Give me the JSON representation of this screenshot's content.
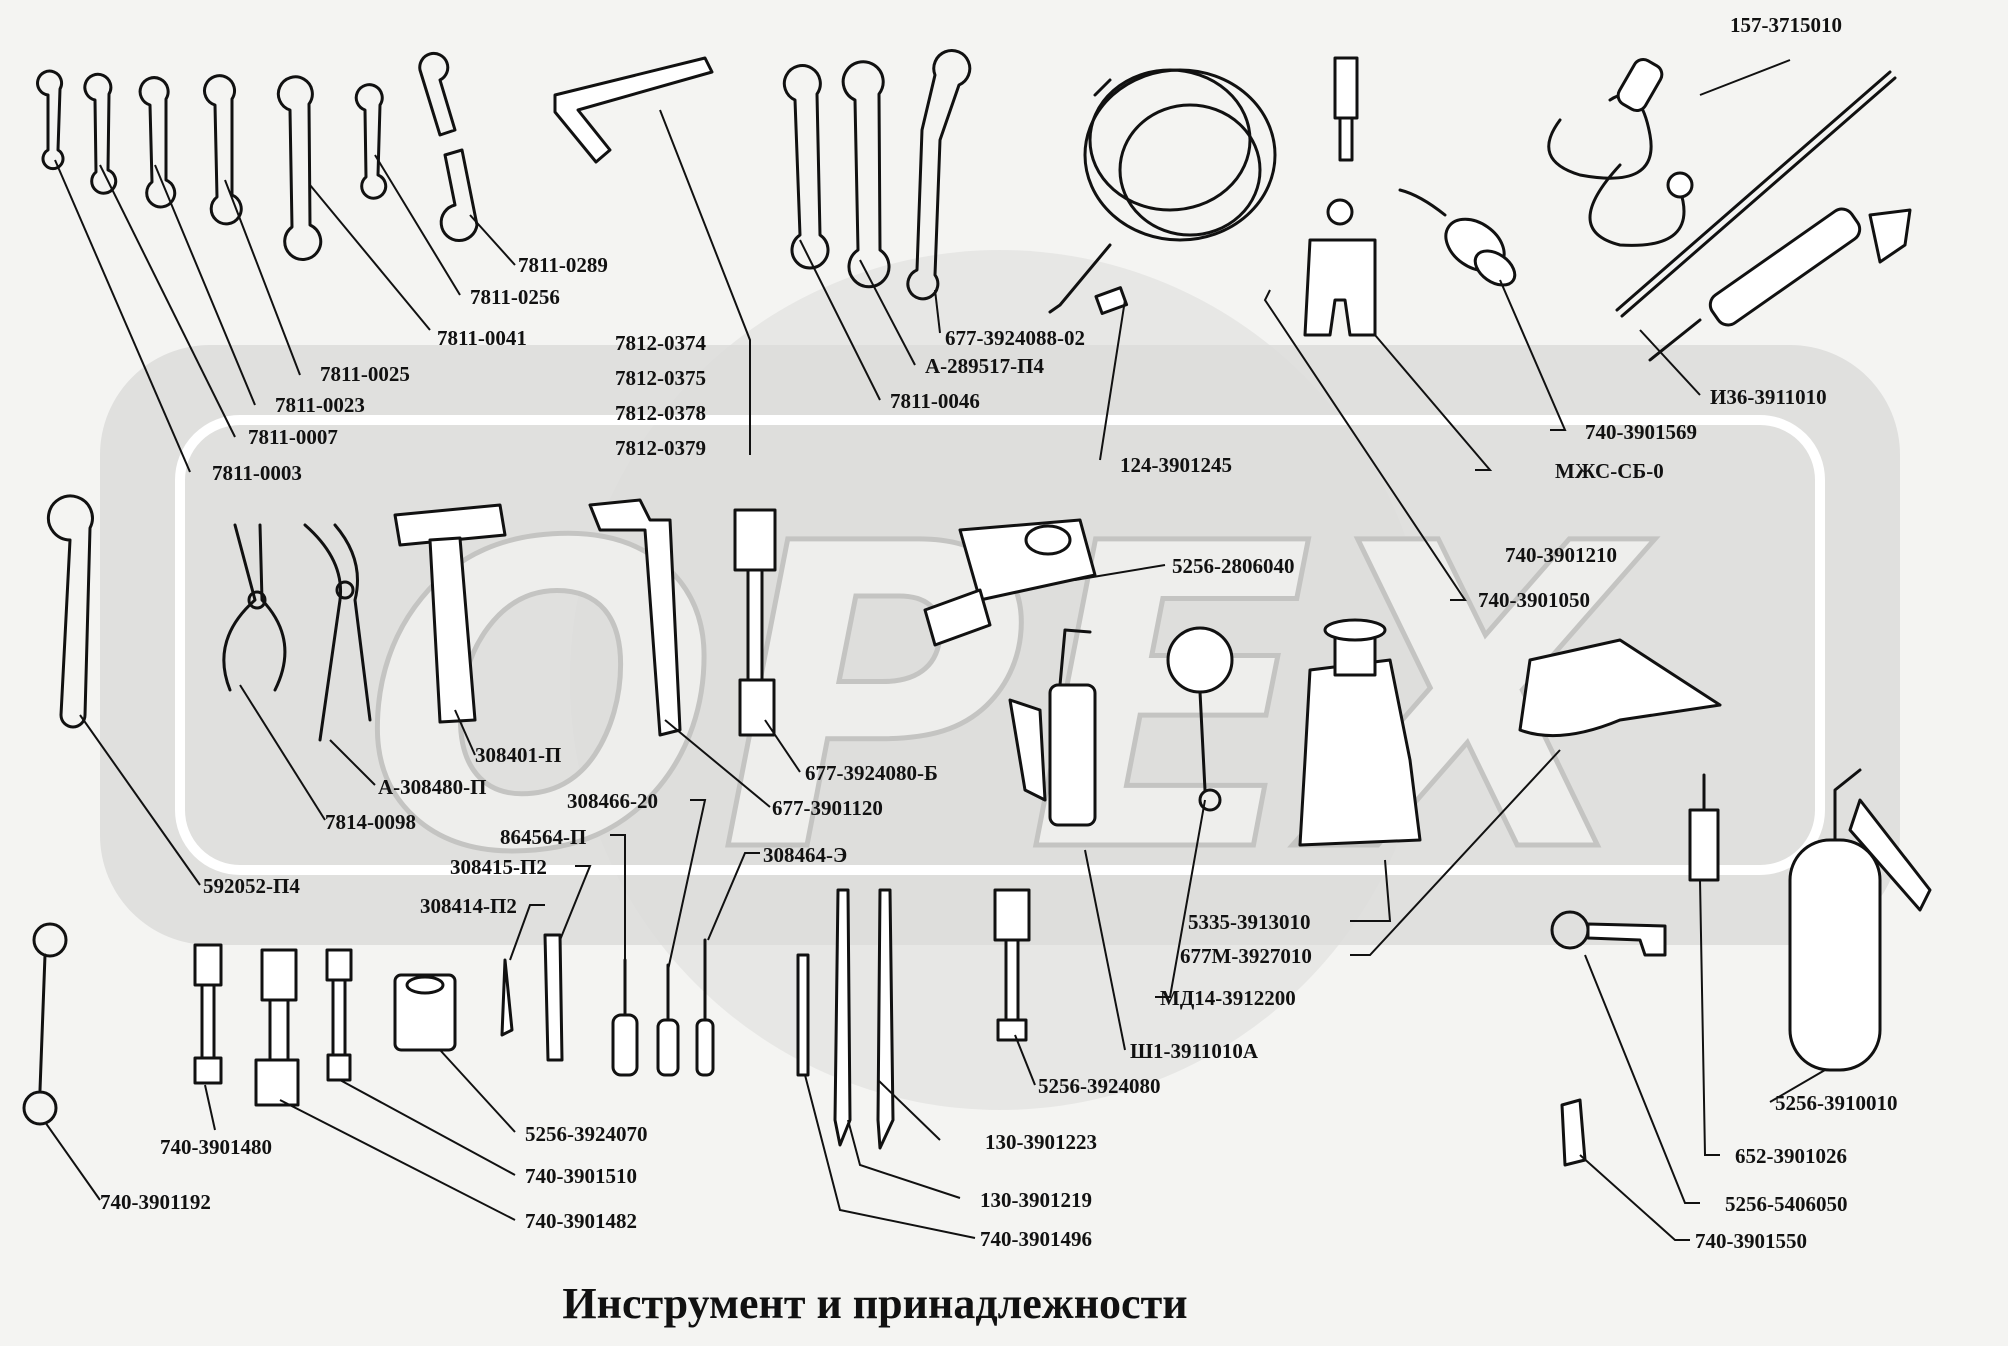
{
  "title": "Инструмент и принадлежности",
  "watermark_text": "OPEX",
  "colors": {
    "background": "#f4f4f2",
    "ink": "#111111",
    "watermark": "#dcdcda"
  },
  "parts": [
    {
      "id": "p1",
      "label": "157-3715010"
    },
    {
      "id": "p2",
      "label": "7811-0289"
    },
    {
      "id": "p3",
      "label": "7811-0256"
    },
    {
      "id": "p4",
      "label": "7811-0041"
    },
    {
      "id": "p5",
      "label": "7811-0025"
    },
    {
      "id": "p6",
      "label": "7811-0023"
    },
    {
      "id": "p7",
      "label": "7811-0007"
    },
    {
      "id": "p8",
      "label": "7811-0003"
    },
    {
      "id": "p9",
      "label": "7812-0374"
    },
    {
      "id": "p10",
      "label": "7812-0375"
    },
    {
      "id": "p11",
      "label": "7812-0378"
    },
    {
      "id": "p12",
      "label": "7812-0379"
    },
    {
      "id": "p13",
      "label": "677-3924088-02"
    },
    {
      "id": "p14",
      "label": "А-289517-П4"
    },
    {
      "id": "p15",
      "label": "7811-0046"
    },
    {
      "id": "p16",
      "label": "124-3901245"
    },
    {
      "id": "p17",
      "label": "И36-3911010"
    },
    {
      "id": "p18",
      "label": "740-3901569"
    },
    {
      "id": "p19",
      "label": "МЖС-СБ-0"
    },
    {
      "id": "p20",
      "label": "740-3901210"
    },
    {
      "id": "p21",
      "label": "740-3901050"
    },
    {
      "id": "p22",
      "label": "5256-2806040"
    },
    {
      "id": "p23",
      "label": "308401-П"
    },
    {
      "id": "p24",
      "label": "А-308480-П"
    },
    {
      "id": "p25",
      "label": "7814-0098"
    },
    {
      "id": "p26",
      "label": "677-3924080-Б"
    },
    {
      "id": "p27",
      "label": "677-3901120"
    },
    {
      "id": "p28",
      "label": "308466-20"
    },
    {
      "id": "p29",
      "label": "864564-П"
    },
    {
      "id": "p30",
      "label": "308415-П2"
    },
    {
      "id": "p31",
      "label": "308464-Э"
    },
    {
      "id": "p32",
      "label": "308414-П2"
    },
    {
      "id": "p33",
      "label": "592052-П4"
    },
    {
      "id": "p34",
      "label": "5335-3913010"
    },
    {
      "id": "p35",
      "label": "677М-3927010"
    },
    {
      "id": "p36",
      "label": "МД14-3912200"
    },
    {
      "id": "p37",
      "label": "Ш1-3911010А"
    },
    {
      "id": "p38",
      "label": "5256-3924080"
    },
    {
      "id": "p39",
      "label": "130-3901223"
    },
    {
      "id": "p40",
      "label": "130-3901219"
    },
    {
      "id": "p41",
      "label": "740-3901496"
    },
    {
      "id": "p42",
      "label": "5256-3924070"
    },
    {
      "id": "p43",
      "label": "740-3901480"
    },
    {
      "id": "p44",
      "label": "740-3901510"
    },
    {
      "id": "p45",
      "label": "740-3901482"
    },
    {
      "id": "p46",
      "label": "740-3901192"
    },
    {
      "id": "p47",
      "label": "5256-3910010"
    },
    {
      "id": "p48",
      "label": "652-3901026"
    },
    {
      "id": "p49",
      "label": "5256-5406050"
    },
    {
      "id": "p50",
      "label": "740-3901550"
    }
  ]
}
